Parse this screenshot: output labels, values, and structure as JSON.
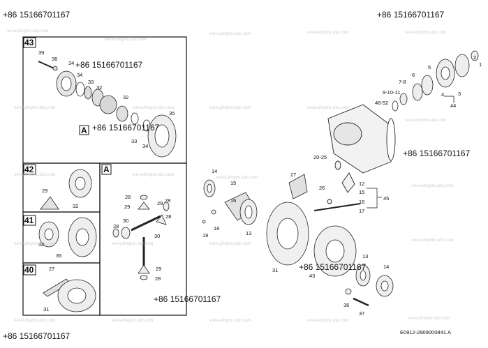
{
  "phone": "+86 15166701167",
  "watermark": "www.dvepro.site.com",
  "doc_code": "E0912-2909000841.A",
  "box_labels": {
    "b43": "43",
    "b42": "42",
    "b41": "41",
    "b40": "40",
    "bA": "A",
    "bA_callout": "A"
  },
  "callouts": [
    "39",
    "36",
    "34",
    "34",
    "33",
    "32",
    "32",
    "33",
    "34",
    "35",
    "29",
    "32",
    "38",
    "35",
    "27",
    "31",
    "28",
    "29",
    "28",
    "29",
    "28",
    "30",
    "29",
    "28",
    "28",
    "30",
    "14",
    "15",
    "18",
    "19",
    "13",
    "16",
    "27",
    "20-25",
    "26",
    "12",
    "15",
    "16",
    "17",
    "45",
    "31",
    "1",
    "2",
    "3",
    "44",
    "4",
    "5",
    "6",
    "7-8",
    "9-10-11",
    "46-52",
    "13",
    "14",
    "43",
    "36",
    "37"
  ]
}
